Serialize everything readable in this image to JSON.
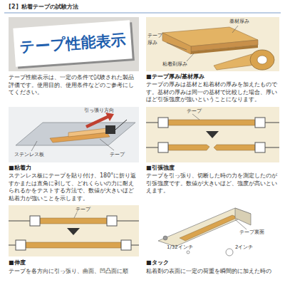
{
  "diagram": {
    "title": "【2】粘着テープの試験方法",
    "nodes": [
      {
        "text": [
          "テープ性能表示"
        ]
      }
    ],
    "labels": [
      "テープ性能表示は、一定の条件で試験された製品評価です。使用目的、使用条件などのご参考にしてください。",
      "基材厚み",
      "テープ厚み",
      "粘着剤厚み",
      "■テープ厚み/基材厚み",
      "テープの厚みは基材と粘着材の厚みを加えたものです。基材の厚みは同一の基材で比較した場合、厚いほど引張強度が強いということになります。",
      "引っ張り方向",
      "ステンレス板",
      "テープ",
      "■粘着力",
      "ステンレス板にテープを貼り付け、180°に折り返すかまたは直角に剥して、どれくらいの力に耐えられるかをテストする方法で、数値が大きいほど粘着力が強いことを示します。",
      "テープ",
      "■引張強度",
      "テープを引っ張り、切断した時の力を測定したのが引張強度です。数値が大きいほど、強度が高いといえます。",
      "テープ",
      "■伸度",
      "テープを各方向に引っ張り、曲面、凹凸面に順",
      "テープ裏面",
      "1/32インチ",
      "2インチ",
      "■タック",
      "粘着剤の表面に一定の荷重を瞬間的に加えた時の"
    ]
  }
}
